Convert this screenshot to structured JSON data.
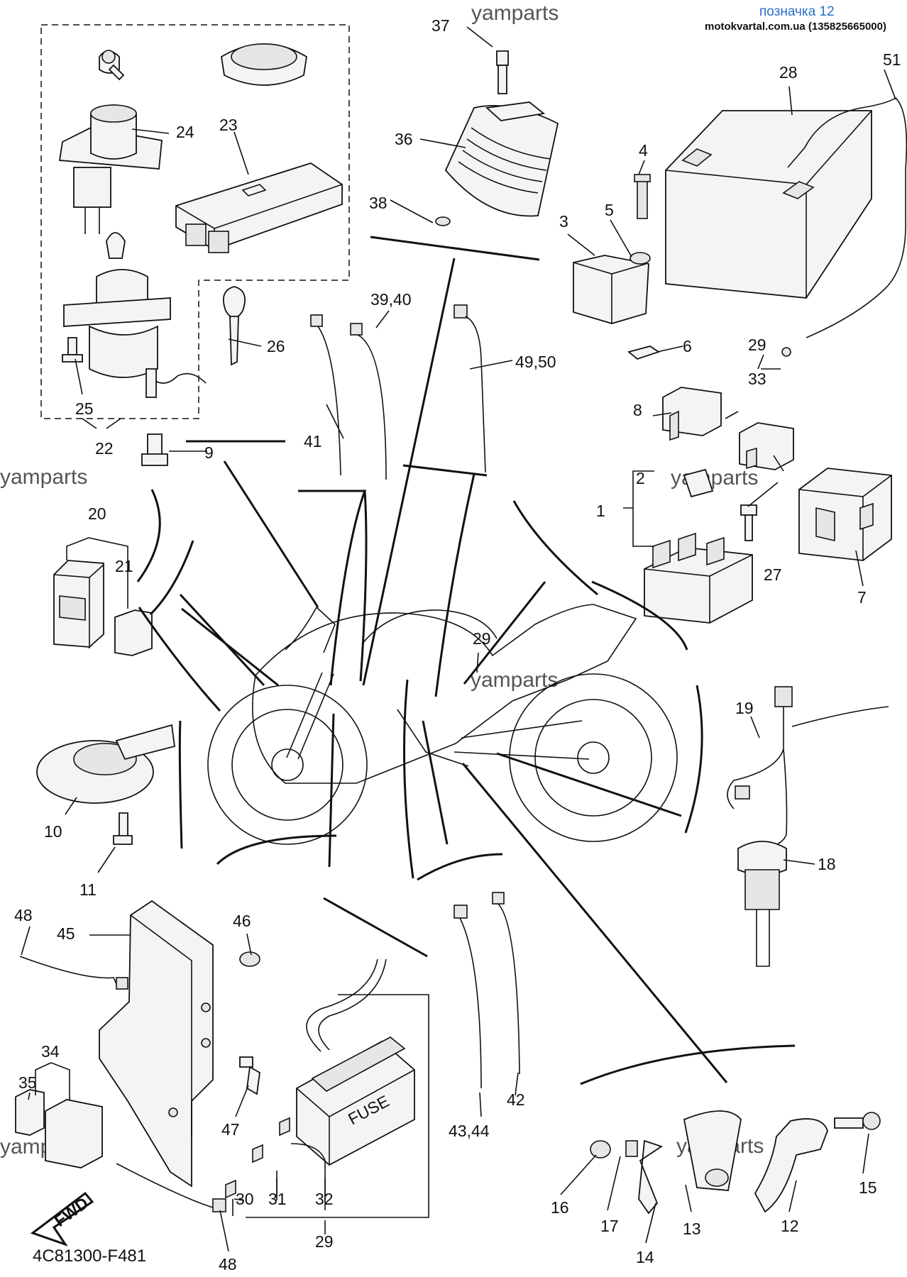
{
  "header": {
    "title": "позначка 12",
    "subtitle": "motokvartal.com.ua (135825665000)"
  },
  "watermark": "yamparts",
  "diagram_code": "4C81300-F481",
  "fwd_label": "FWD",
  "fuse_label": "FUSE",
  "labels": {
    "l1": "1",
    "l2": "2",
    "l3": "3",
    "l4": "4",
    "l5": "5",
    "l6": "6",
    "l7": "7",
    "l8": "8",
    "l9": "9",
    "l10": "10",
    "l11": "11",
    "l12": "12",
    "l13": "13",
    "l14": "14",
    "l15": "15",
    "l16": "16",
    "l17": "17",
    "l18": "18",
    "l19": "19",
    "l20": "20",
    "l21": "21",
    "l22": "22",
    "l23": "23",
    "l24": "24",
    "l25": "25",
    "l26": "26",
    "l27": "27",
    "l28": "28",
    "l29a": "29",
    "l29b": "29",
    "l29c": "29",
    "l30": "30",
    "l31": "31",
    "l32": "32",
    "l33": "33",
    "l34": "34",
    "l35": "35",
    "l36": "36",
    "l37": "37",
    "l38": "38",
    "l3940": "39,40",
    "l41": "41",
    "l42": "42",
    "l4344": "43,44",
    "l45": "45",
    "l46": "46",
    "l47": "47",
    "l48a": "48",
    "l48b": "48",
    "l4950": "49,50",
    "l51": "51"
  }
}
